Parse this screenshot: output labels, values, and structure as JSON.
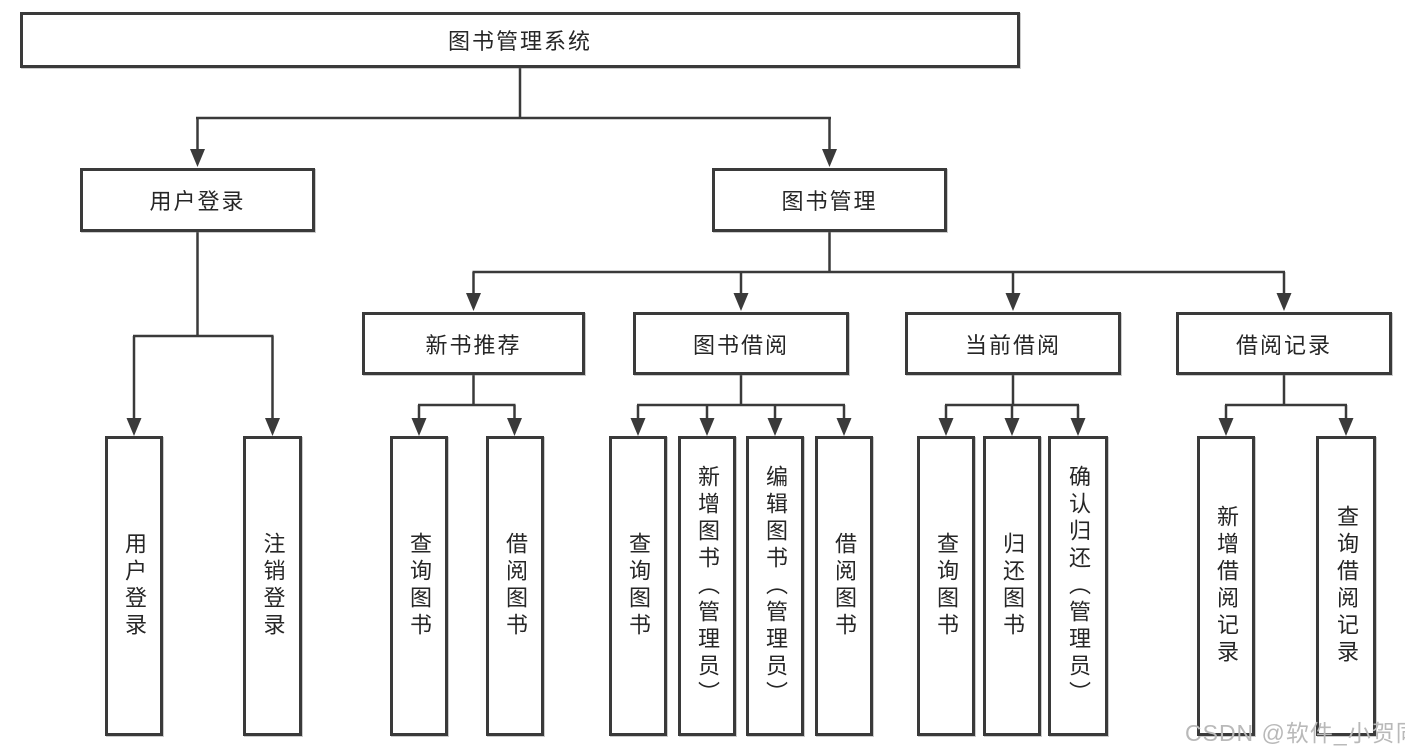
{
  "tree": {
    "label": "图书管理系统",
    "children": [
      {
        "label": "用户登录",
        "children": [
          {
            "label": "用户登录"
          },
          {
            "label": "注销登录"
          }
        ]
      },
      {
        "label": "图书管理",
        "children": [
          {
            "label": "新书推荐",
            "children": [
              {
                "label": "查询图书"
              },
              {
                "label": "借阅图书"
              }
            ]
          },
          {
            "label": "图书借阅",
            "children": [
              {
                "label": "查询图书"
              },
              {
                "label": "新增图书（管理员）"
              },
              {
                "label": "编辑图书（管理员）"
              },
              {
                "label": "借阅图书"
              }
            ]
          },
          {
            "label": "当前借阅",
            "children": [
              {
                "label": "查询图书"
              },
              {
                "label": "归还图书"
              },
              {
                "label": "确认归还（管理员）"
              }
            ]
          },
          {
            "label": "借阅记录",
            "children": [
              {
                "label": "新增借阅记录"
              },
              {
                "label": "查询借阅记录"
              }
            ]
          }
        ]
      }
    ]
  },
  "watermark": "CSDN @软件_小贺同学",
  "colors": {
    "line": "#3a3a3a",
    "text": "#262626",
    "watermark": "#b9b9b9",
    "background": "#ffffff"
  }
}
